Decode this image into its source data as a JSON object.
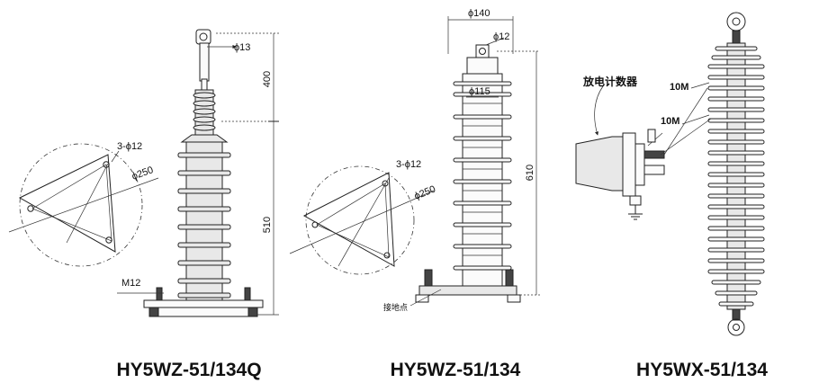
{
  "captions": {
    "left": "HY5WZ-51/134Q",
    "middle": "HY5WZ-51/134",
    "right": "HY5WX-51/134"
  },
  "left_drawing": {
    "phi13": "ϕ13",
    "dim_400": "400",
    "dim_510": "510",
    "holes": "3-ϕ12",
    "base_diam": "ϕ250",
    "bolt": "M12"
  },
  "middle_drawing": {
    "phi140": "ϕ140",
    "phi12": "ϕ12",
    "phi115": "ϕ115",
    "dim_610": "610",
    "holes": "3-ϕ12",
    "base_diam": "ϕ250",
    "ground_point": "接地点"
  },
  "right_drawing": {
    "counter": "放电计数器",
    "r1": "10M",
    "r2": "10M"
  }
}
